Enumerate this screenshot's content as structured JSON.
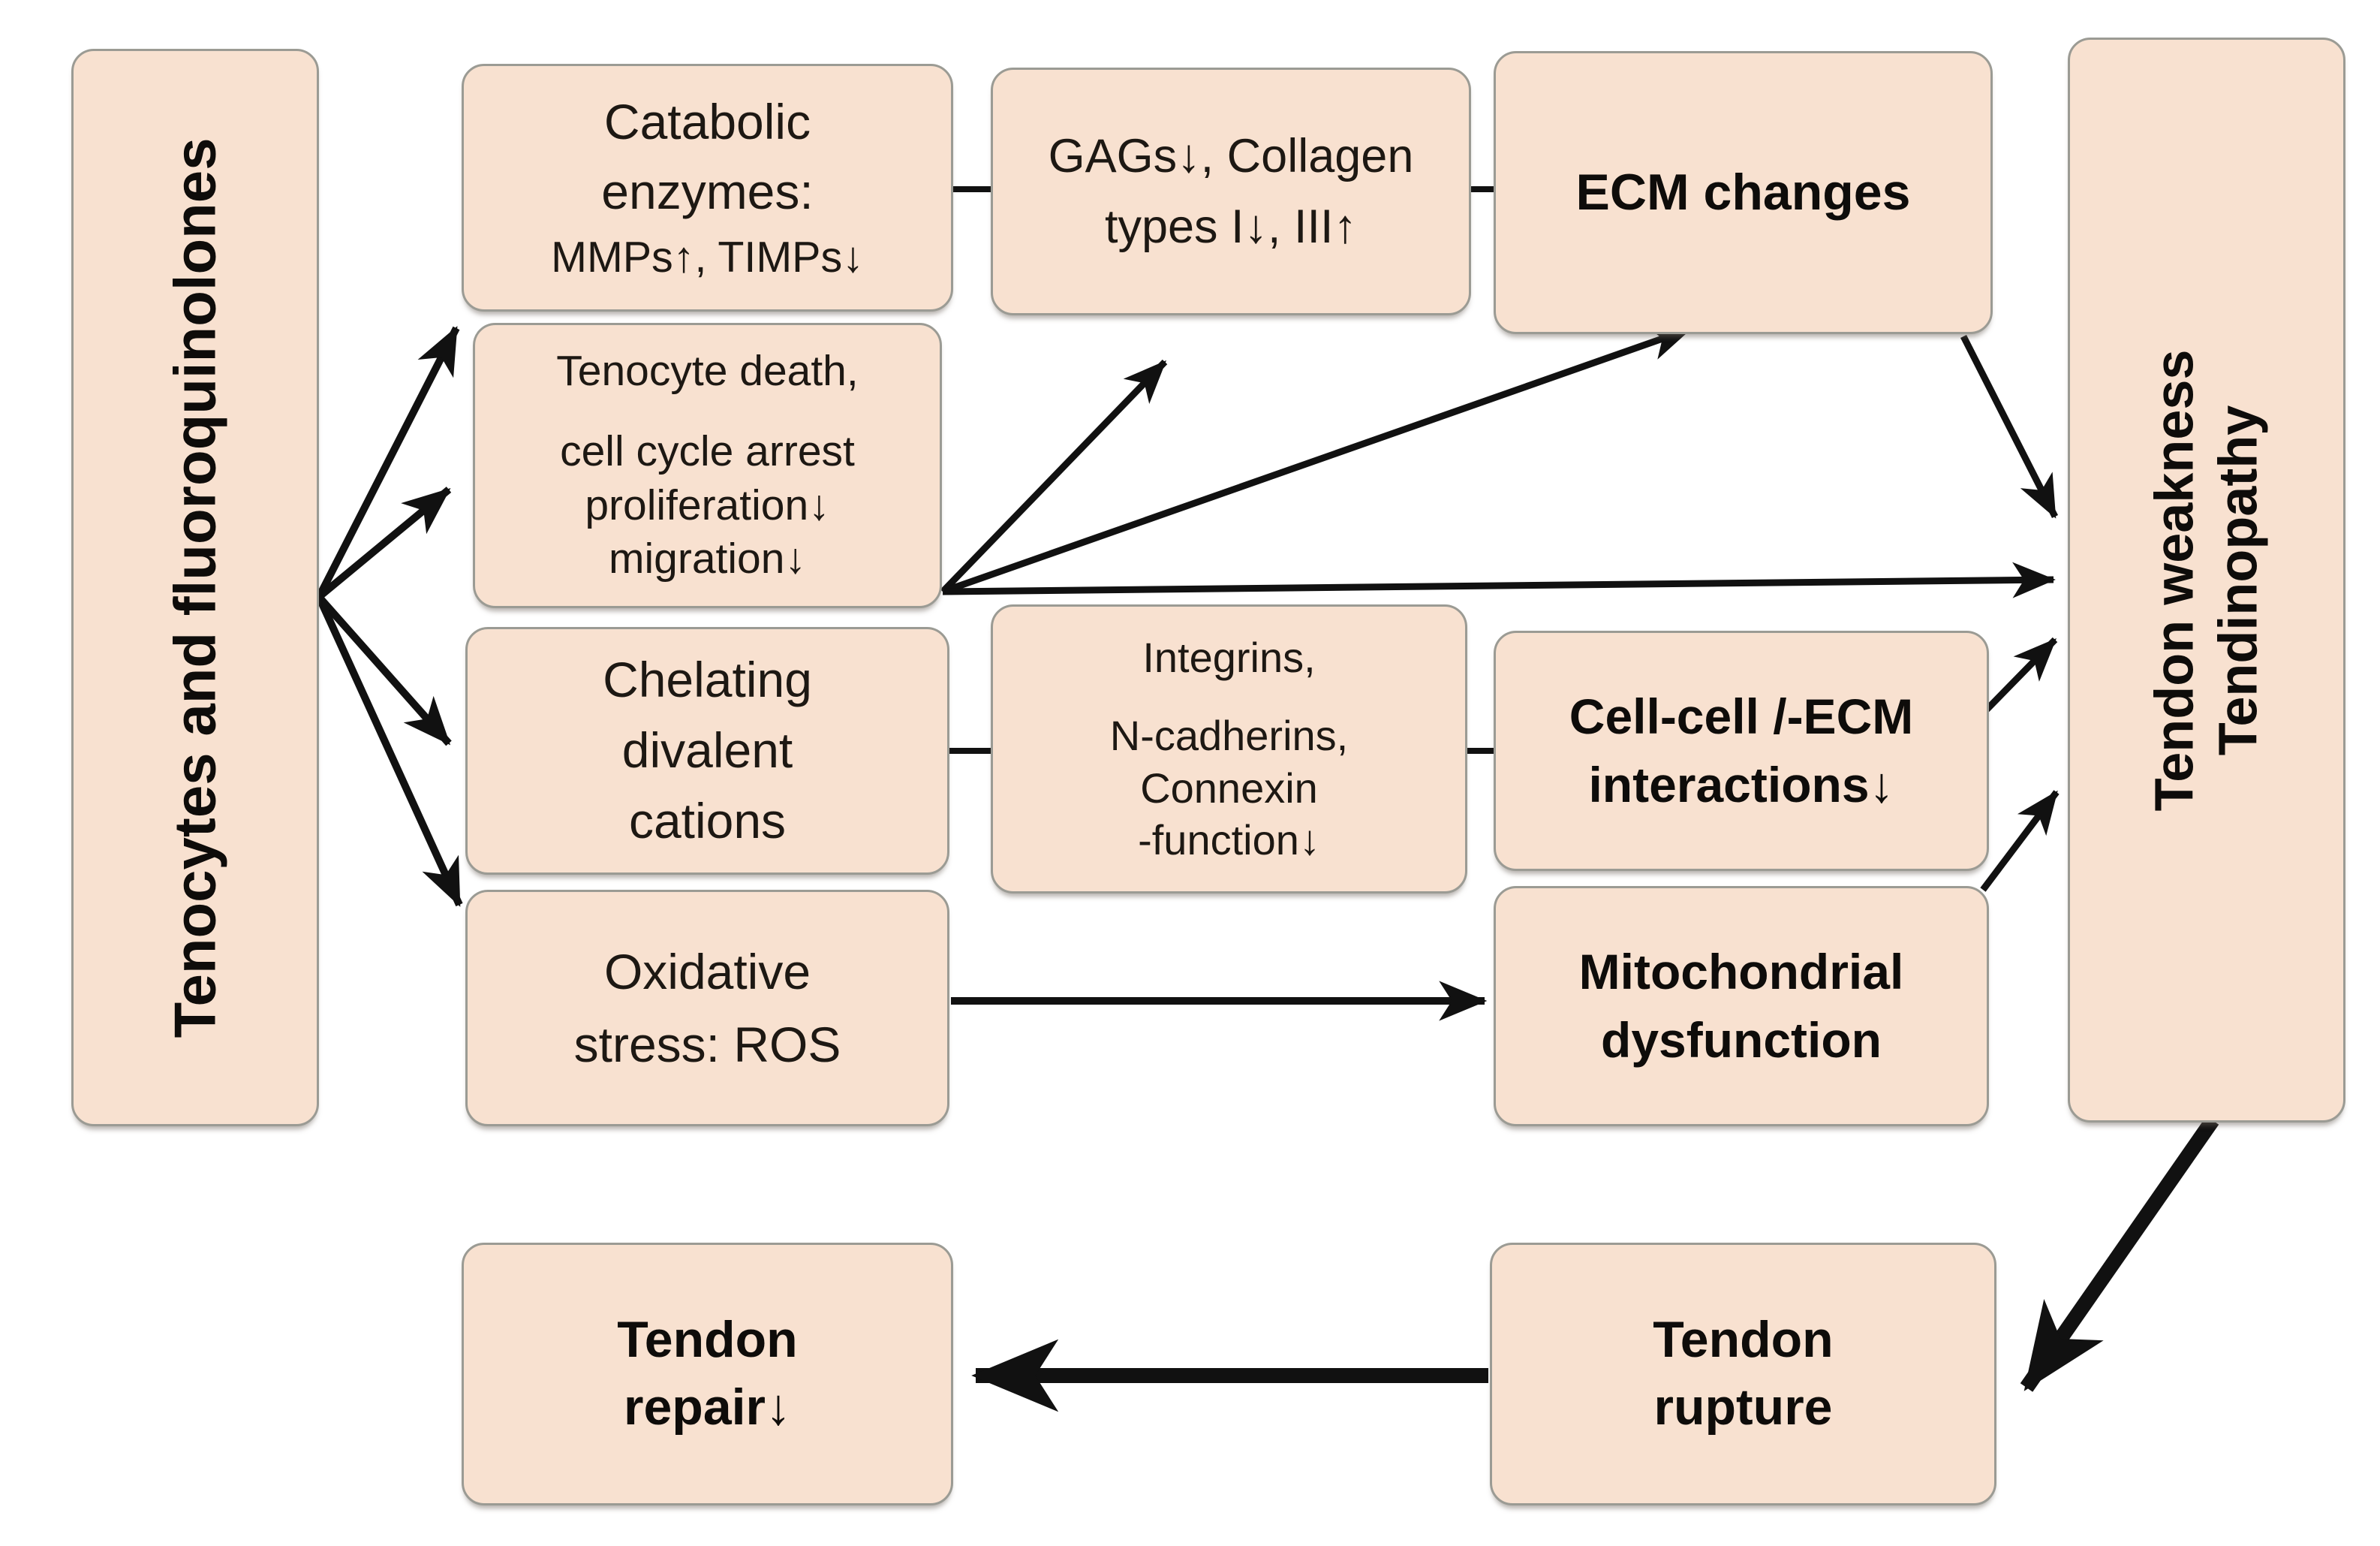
{
  "figure": {
    "description": "Flow diagram of fluoroquinolone effects on tenocytes leading to tendinopathy",
    "colors": {
      "background": "#ffffff",
      "box_fill": "#f8e1d0",
      "box_border": "#9b9b94",
      "arrow": "#111111",
      "text": "#1d1813"
    }
  },
  "nodes": {
    "source": {
      "lines": [
        "Tenocytes and fluoroquinolones"
      ]
    },
    "catabolic": {
      "lines": [
        "Catabolic",
        "enzymes:",
        "MMPs↑, TIMPs↓"
      ]
    },
    "gags": {
      "lines": [
        "GAGs↓, Collagen",
        "types I↓, III↑"
      ]
    },
    "ecm": {
      "lines": [
        "ECM changes"
      ]
    },
    "tenocyte": {
      "lines": [
        "Tenocyte death,",
        "cell cycle arrest",
        "proliferation↓",
        "migration↓"
      ]
    },
    "chelating": {
      "lines": [
        "Chelating",
        "divalent",
        "cations"
      ]
    },
    "integrins": {
      "lines": [
        "Integrins,",
        "N-cadherins,",
        "Connexin",
        "-function↓"
      ]
    },
    "cellcell": {
      "lines": [
        "Cell-cell /-ECM",
        "interactions↓"
      ]
    },
    "oxidative": {
      "lines": [
        "Oxidative",
        "stress: ROS"
      ]
    },
    "mito": {
      "lines": [
        "Mitochondrial",
        "dysfunction"
      ]
    },
    "weakness": {
      "lines": [
        "Tendon weakness",
        "Tendinopathy"
      ]
    },
    "rupture": {
      "lines": [
        "Tendon",
        "rupture"
      ]
    },
    "repair": {
      "lines": [
        "Tendon",
        "repair↓"
      ]
    }
  },
  "edges": [
    {
      "from": "source",
      "to": "catabolic",
      "style": "arrow"
    },
    {
      "from": "source",
      "to": "tenocyte",
      "style": "arrow"
    },
    {
      "from": "source",
      "to": "chelating",
      "style": "arrow"
    },
    {
      "from": "source",
      "to": "oxidative",
      "style": "arrow"
    },
    {
      "from": "catabolic",
      "to": "gags",
      "style": "line"
    },
    {
      "from": "gags",
      "to": "ecm",
      "style": "line"
    },
    {
      "from": "chelating",
      "to": "integrins",
      "style": "line"
    },
    {
      "from": "integrins",
      "to": "cellcell",
      "style": "line"
    },
    {
      "from": "tenocyte",
      "to": "gags",
      "style": "arrow"
    },
    {
      "from": "tenocyte",
      "to": "ecm",
      "style": "arrow"
    },
    {
      "from": "tenocyte",
      "to": "weakness",
      "style": "arrow"
    },
    {
      "from": "ecm",
      "to": "weakness",
      "style": "arrow"
    },
    {
      "from": "cellcell",
      "to": "weakness",
      "style": "arrow"
    },
    {
      "from": "mito",
      "to": "weakness",
      "style": "arrow"
    },
    {
      "from": "oxidative",
      "to": "mito",
      "style": "arrow"
    },
    {
      "from": "weakness",
      "to": "rupture",
      "style": "thick-arrow"
    },
    {
      "from": "rupture",
      "to": "repair",
      "style": "thick-arrow"
    }
  ]
}
